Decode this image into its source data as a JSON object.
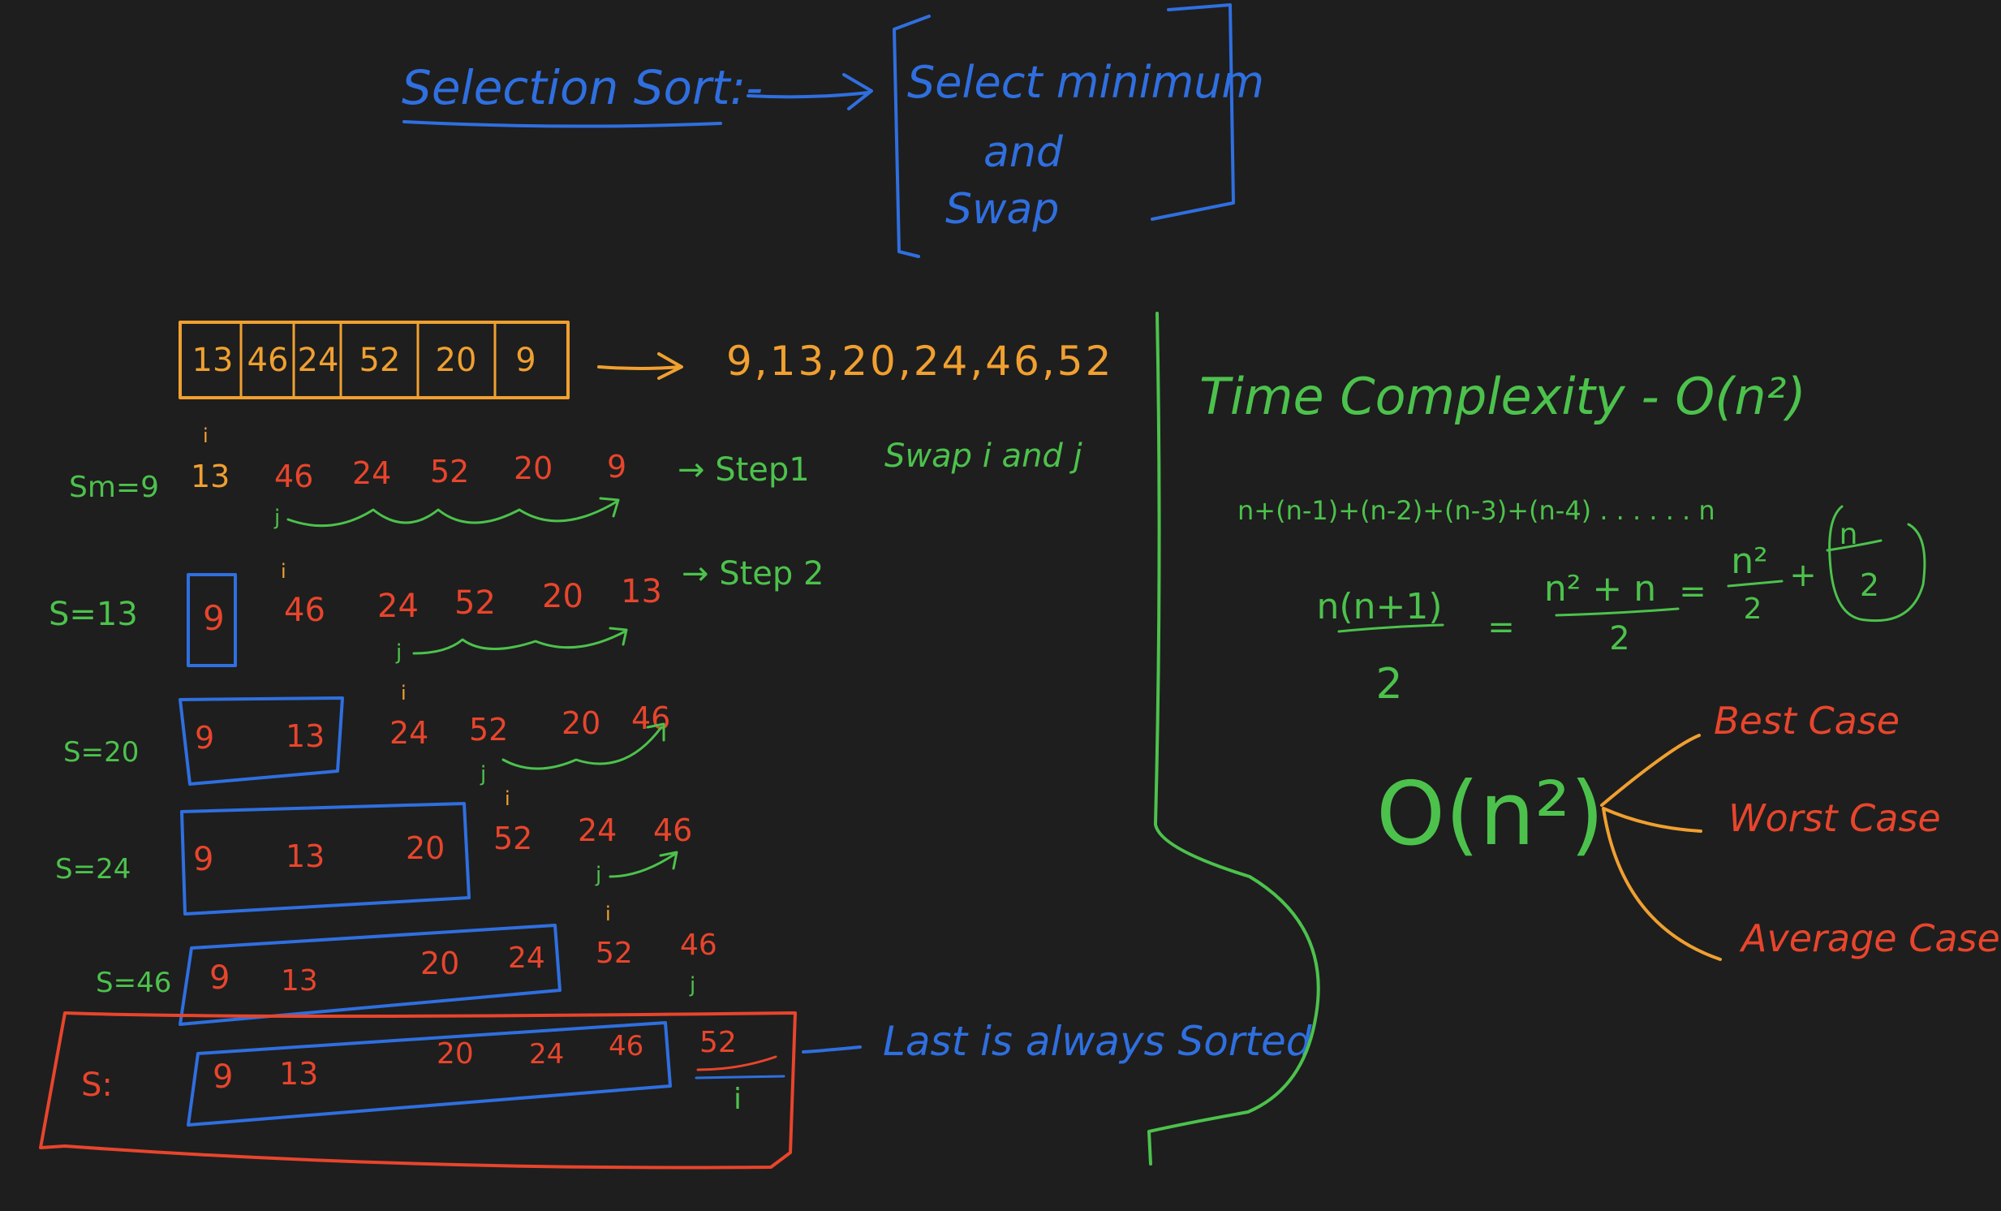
{
  "colors": {
    "background": "#1e1e1e",
    "blue": "#2f6fe0",
    "orange": "#f0a030",
    "green": "#4cc24c",
    "red": "#e8452c"
  },
  "title": {
    "text": "Selection Sort:-",
    "definition": [
      "Select minimum",
      "and",
      "Swap"
    ]
  },
  "input_array": {
    "cells": [
      "13",
      "46",
      "24",
      "52",
      "20",
      "9"
    ],
    "sorted_result": "9,13,20,24,46,52"
  },
  "passes": [
    {
      "label": "Sm=9",
      "boxed": [],
      "rest": [
        "13",
        "46",
        "24",
        "52",
        "20",
        "9"
      ],
      "i_marker": "i",
      "j_marker": "j",
      "step_note": "→ Step1",
      "swap_note": "Swap i and j"
    },
    {
      "label": "S=13",
      "boxed": [
        "9"
      ],
      "rest": [
        "46",
        "24",
        "52",
        "20",
        "13"
      ],
      "i_marker": "i",
      "j_marker": "j",
      "step_note": "→ Step 2"
    },
    {
      "label": "S=20",
      "boxed": [
        "9",
        "13"
      ],
      "rest": [
        "24",
        "52",
        "20",
        "46"
      ],
      "i_marker": "i",
      "j_marker": "j"
    },
    {
      "label": "S=24",
      "boxed": [
        "9",
        "13",
        "20"
      ],
      "rest": [
        "52",
        "24",
        "46"
      ],
      "i_marker": "i",
      "j_marker": "j"
    },
    {
      "label": "S=46",
      "boxed": [
        "9",
        "13",
        "20",
        "24"
      ],
      "rest": [
        "52",
        "46"
      ],
      "i_marker": "i",
      "j_marker": "j"
    },
    {
      "label": "S:",
      "boxed": [
        "9",
        "13",
        "20",
        "24",
        "46"
      ],
      "rest": [
        "52"
      ],
      "i_marker": "i"
    }
  ],
  "last_note": "Last is always Sorted",
  "complexity": {
    "heading": "Time Complexity - O(n²)",
    "series": "n+(n-1)+(n-2)+(n-3)+(n-4) . . . . . . n",
    "formula": {
      "f1_num": "n(n+1)",
      "f1_den": "2",
      "eq1": "=",
      "f2_num": "n² + n",
      "f2_den": "2",
      "eq2": "=",
      "f3_num": "n²",
      "f3_den": "2",
      "plus": "+",
      "f4_num": "n",
      "f4_den": "2"
    },
    "big_o": "O(n²)",
    "cases": [
      "Best Case",
      "Worst Case",
      "Average Case"
    ]
  }
}
